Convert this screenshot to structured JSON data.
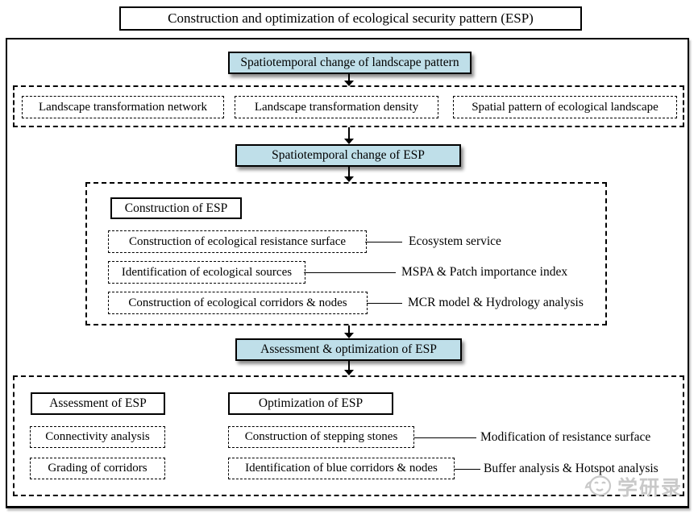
{
  "title": "Construction and optimization of ecological security pattern (ESP)",
  "stages": {
    "landscape_change": "Spatiotemporal change of landscape pattern",
    "esp_change": "Spatiotemporal change of ESP",
    "esp_assess_opt": "Assessment & optimization of ESP"
  },
  "landscape_analysis": {
    "items": [
      "Landscape transformation network",
      "Landscape transformation density",
      "Spatial pattern of ecological landscape"
    ]
  },
  "construction": {
    "header": "Construction of ESP",
    "rows": [
      {
        "step": "Construction of ecological resistance surface",
        "method": "Ecosystem service"
      },
      {
        "step": "Identification of ecological sources",
        "method": "MSPA & Patch importance index"
      },
      {
        "step": "Construction of ecological corridors & nodes",
        "method": "MCR model & Hydrology analysis"
      }
    ]
  },
  "assessment": {
    "header": "Assessment of ESP",
    "items": [
      "Connectivity analysis",
      "Grading of corridors"
    ]
  },
  "optimization": {
    "header": "Optimization of ESP",
    "rows": [
      {
        "step": "Construction of stepping stones",
        "method": "Modification of resistance surface"
      },
      {
        "step": "Identification of blue corridors & nodes",
        "method": "Buffer analysis & Hotspot analysis"
      }
    ]
  },
  "watermark": {
    "text": "学研录"
  },
  "colors": {
    "stage_fill": "#bfdfe9",
    "box_border": "#000000",
    "watermark_gray": "#c9c9c9"
  }
}
